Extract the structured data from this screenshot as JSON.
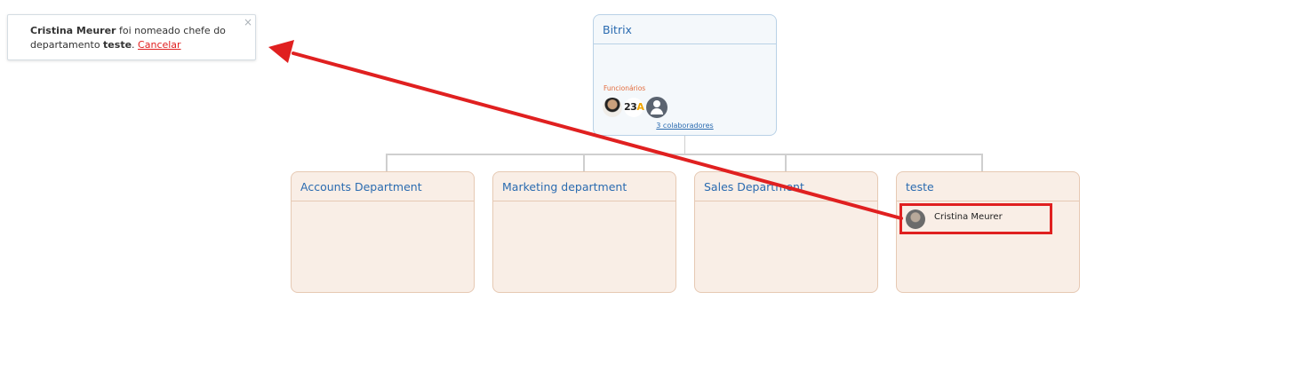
{
  "notification": {
    "name": "Cristina Meurer",
    "text1": " foi nomeado chefe do departamento ",
    "dept": "teste",
    "text2": ". ",
    "cancel": "Cancelar",
    "close": "×"
  },
  "root": {
    "title": "Bitrix",
    "employees_label": "Funcionários",
    "avatar2_text": "23",
    "avatar2_accent": "A",
    "collaborators_link": "3 colaboradores"
  },
  "departments": [
    {
      "title": "Accounts Department"
    },
    {
      "title": "Marketing department"
    },
    {
      "title": "Sales Department"
    },
    {
      "title": "teste",
      "head": "Cristina Meurer"
    }
  ],
  "colors": {
    "accent_blue": "#2a6bb0",
    "annotation_red": "#e02020",
    "dept_bg": "#f9eee6",
    "root_bg": "#f4f8fb"
  }
}
